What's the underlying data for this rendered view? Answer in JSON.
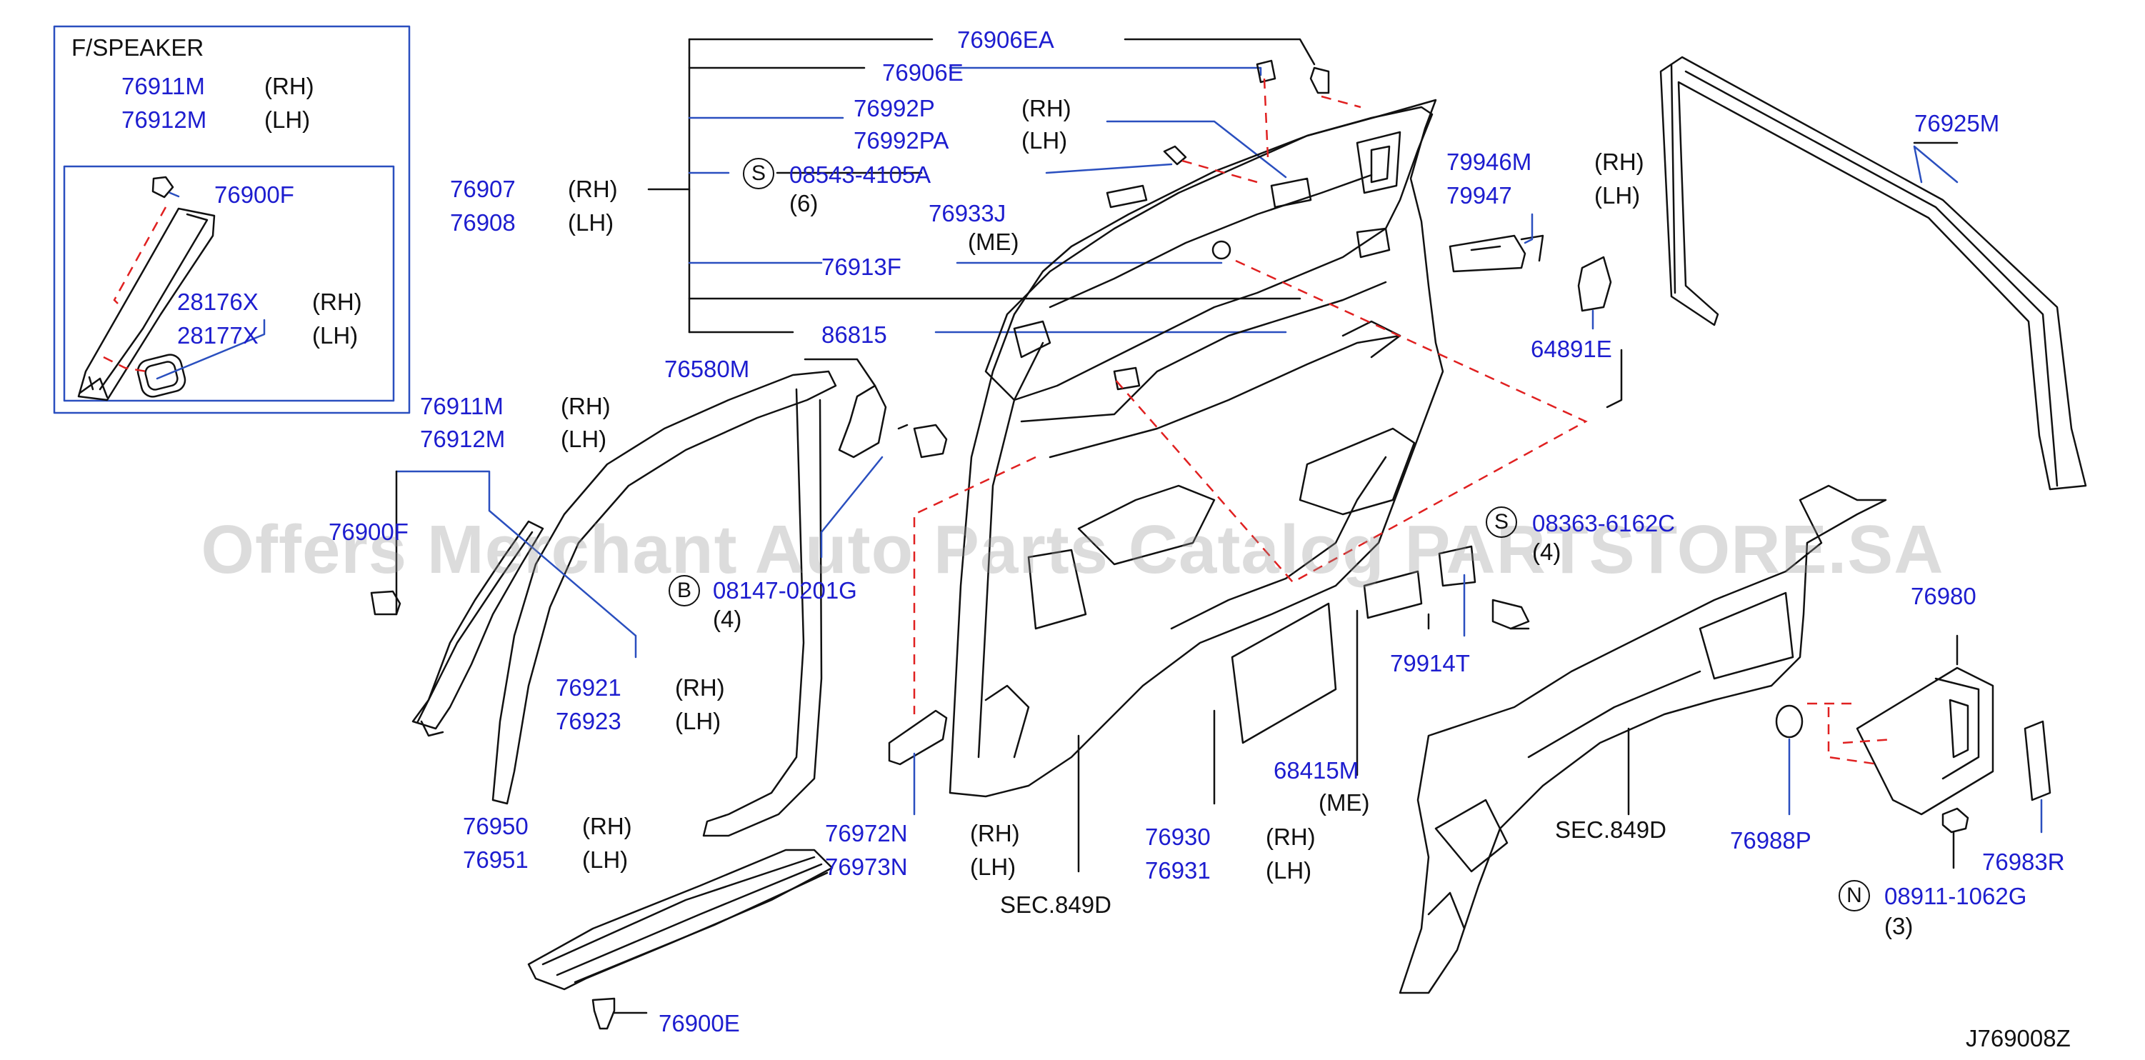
{
  "inset": {
    "title": "F/SPEAKER",
    "p_76911M": "76911M",
    "p_76912M": "76912M",
    "rh": "(RH)",
    "lh": "(LH)",
    "p_76900F": "76900F",
    "p_28176X": "28176X",
    "p_28177X": "28177X"
  },
  "labels": {
    "p_76906EA": "76906EA",
    "p_76906E": "76906E",
    "p_76992P": "76992P",
    "p_76992PA": "76992PA",
    "p_08543": "08543-4105A",
    "q6": "(6)",
    "p_76933J": "76933J",
    "me": "(ME)",
    "p_76913F": "76913F",
    "p_86815": "86815",
    "p_76907": "76907",
    "p_76908": "76908",
    "p_76580M": "76580M",
    "p_76911M_b": "76911M",
    "p_76912M_b": "76912M",
    "p_76900F_b": "76900F",
    "p_08147": "08147-0201G",
    "q4": "(4)",
    "p_76921": "76921",
    "p_76923": "76923",
    "p_76950": "76950",
    "p_76951": "76951",
    "p_76900E": "76900E",
    "p_76972N": "76972N",
    "p_76973N": "76973N",
    "sec1": "SEC.849D",
    "p_76930": "76930",
    "p_76931": "76931",
    "p_68415M": "68415M",
    "p_79914T": "79914T",
    "p_08363": "08363-6162C",
    "q4b": "(4)",
    "p_79946M": "79946M",
    "p_79947": "79947",
    "p_64891E": "64891E",
    "p_76925M": "76925M",
    "p_76980": "76980",
    "sec2": "SEC.849D",
    "p_76988P": "76988P",
    "p_76983R": "76983R",
    "p_08911": "08911-1062G",
    "q3": "(3)",
    "rh": "(RH)",
    "lh": "(LH)",
    "code": "J769008Z"
  },
  "symbols": {
    "s": "S",
    "b": "B",
    "n": "N"
  },
  "watermark": "Offers Merchant Auto Parts Catalog PARTSTORE.SA",
  "colors": {
    "part_number": "#1d1dcf",
    "text": "#111111",
    "dash": "#e02020",
    "leader_blue": "#2a4fbf"
  }
}
